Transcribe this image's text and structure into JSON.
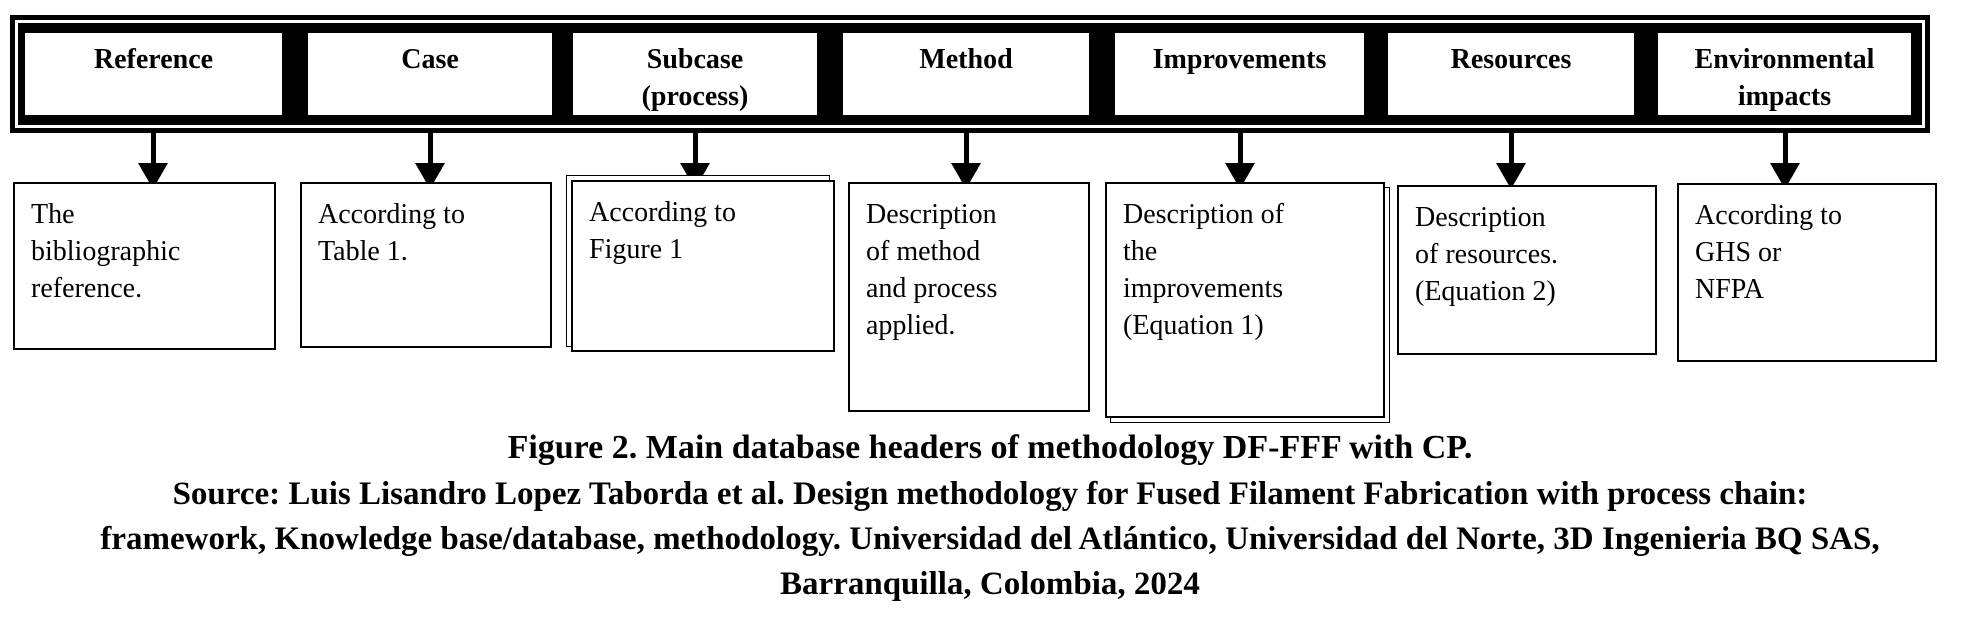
{
  "figure": {
    "columns": [
      {
        "header": "Reference",
        "description": "The\nbibliographic\nreference."
      },
      {
        "header": "Case",
        "description": "According to\nTable 1."
      },
      {
        "header": "Subcase\n(process)",
        "description": "According to\nFigure 1"
      },
      {
        "header": "Method",
        "description": "Description\nof method\nand process\napplied."
      },
      {
        "header": "Improvements",
        "description": "Description of\nthe\nimprovements\n(Equation 1)"
      },
      {
        "header": "Resources",
        "description": "Description\nof resources.\n(Equation 2)"
      },
      {
        "header": "Environmental\nimpacts",
        "description": "According to\nGHS or\nNFPA"
      }
    ],
    "caption_title": "Figure 2. Main database headers of methodology DF-FFF with CP.",
    "source_lines": [
      "Source: Luis Lisandro Lopez Taborda et al. Design methodology for Fused Filament Fabrication with process chain:",
      "framework, Knowledge base/database, methodology. Universidad del Atlántico, Universidad del Norte, 3D Ingenieria BQ SAS,",
      "Barranquilla, Colombia, 2024"
    ],
    "colors": {
      "ink": "#000000",
      "paper": "#ffffff"
    }
  }
}
